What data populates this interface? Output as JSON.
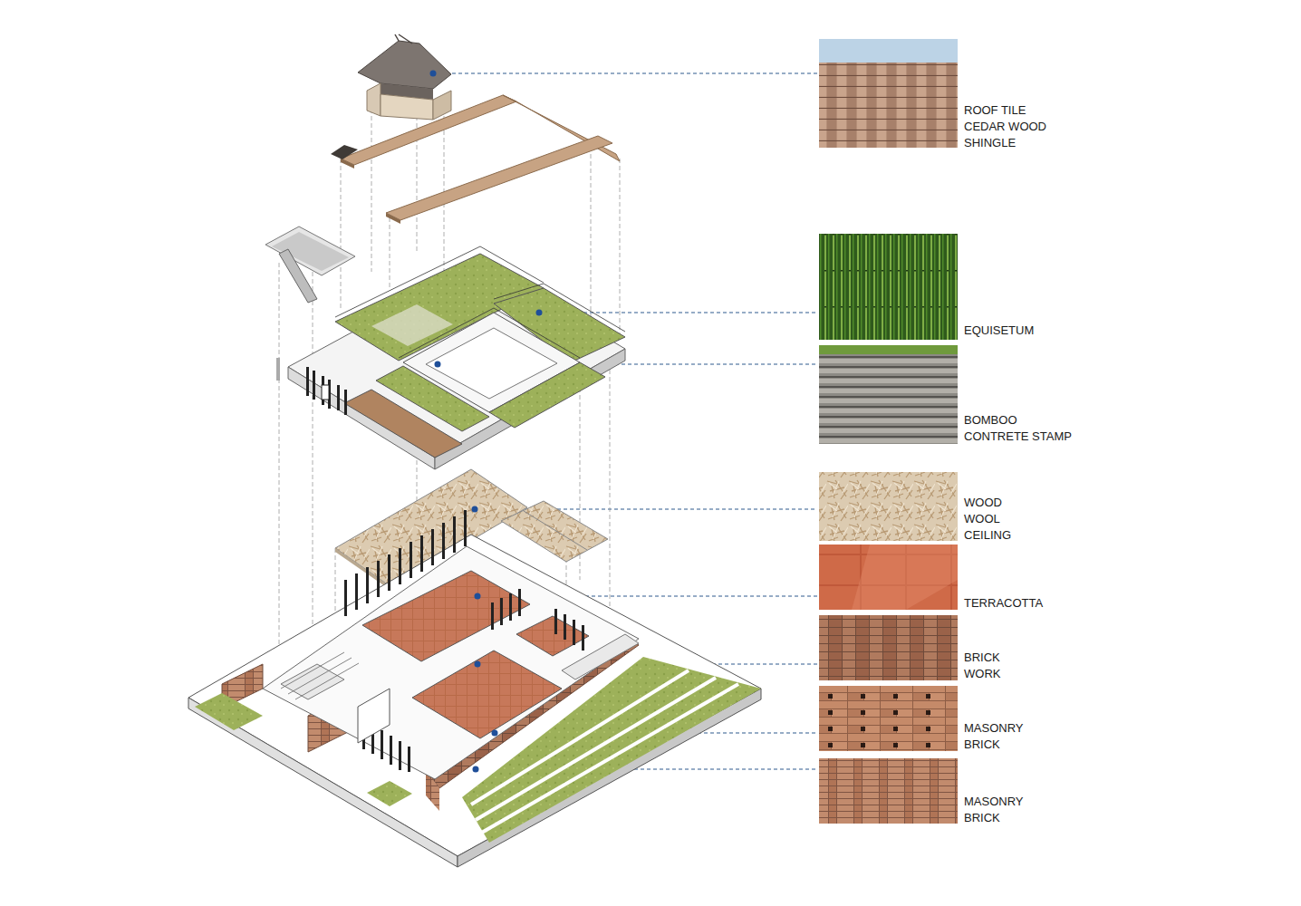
{
  "diagram": {
    "labels": [
      "ROOF TILE CEDAR WOOD SHINGLE",
      "EQUISETUM",
      "BOMBOO CONTRETE STAMP",
      "WOOD WOOL CEILING",
      "TERRACOTTA",
      "BRICK WORK",
      "MASONRY BRICK",
      "MASONRY BRICK"
    ]
  }
}
